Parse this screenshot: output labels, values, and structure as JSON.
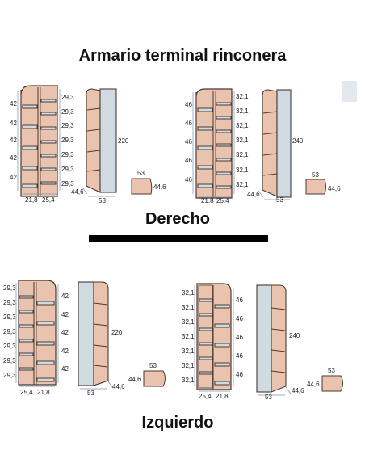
{
  "title": "Armario terminal rinconera",
  "sections": {
    "right_label": "Derecho",
    "left_label": "Izquierdo"
  },
  "colors": {
    "wood": "#e9c3ad",
    "glass": "#cfdbe0",
    "outline": "#4a3a33",
    "dim_line": "#7b8fb0",
    "divider": "#000000"
  },
  "dims": {
    "h42": "42",
    "h46": "46",
    "h293": "29,3",
    "h321": "32,1",
    "w218": "21,8",
    "w254": "25,4",
    "w254b": "25.4",
    "w218b": "21.8",
    "h220": "220",
    "h240": "240",
    "d446": "44,6",
    "d53": "53"
  }
}
